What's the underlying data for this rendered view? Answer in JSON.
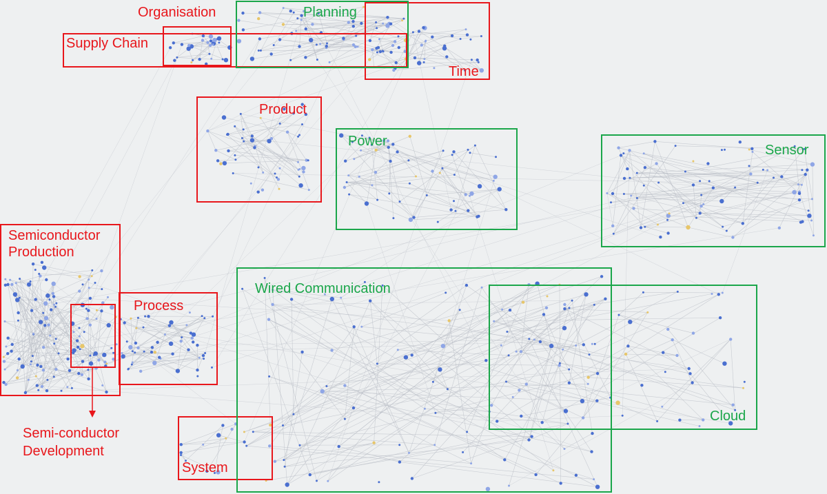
{
  "colors": {
    "red": "#e8161b",
    "green": "#1aa64a",
    "node": "#4a6fd0",
    "node_light": "#8fa6e6",
    "node_yellow": "#e7c66a",
    "edge": "#b8bcc4",
    "background": "#eef0f1"
  },
  "labels": {
    "organisation": "Organisation",
    "planning": "Planning",
    "supply_chain": "Supply Chain",
    "time": "Time",
    "product": "Product",
    "power": "Power",
    "sensor": "Sensor",
    "semiconductor_production_1": "Semiconductor",
    "semiconductor_production_2": "Production",
    "process": "Process",
    "semi_dev_1": "Semi-conductor",
    "semi_dev_2": "Development",
    "wired_communication": "Wired Communication",
    "cloud": "Cloud",
    "system": "System"
  }
}
